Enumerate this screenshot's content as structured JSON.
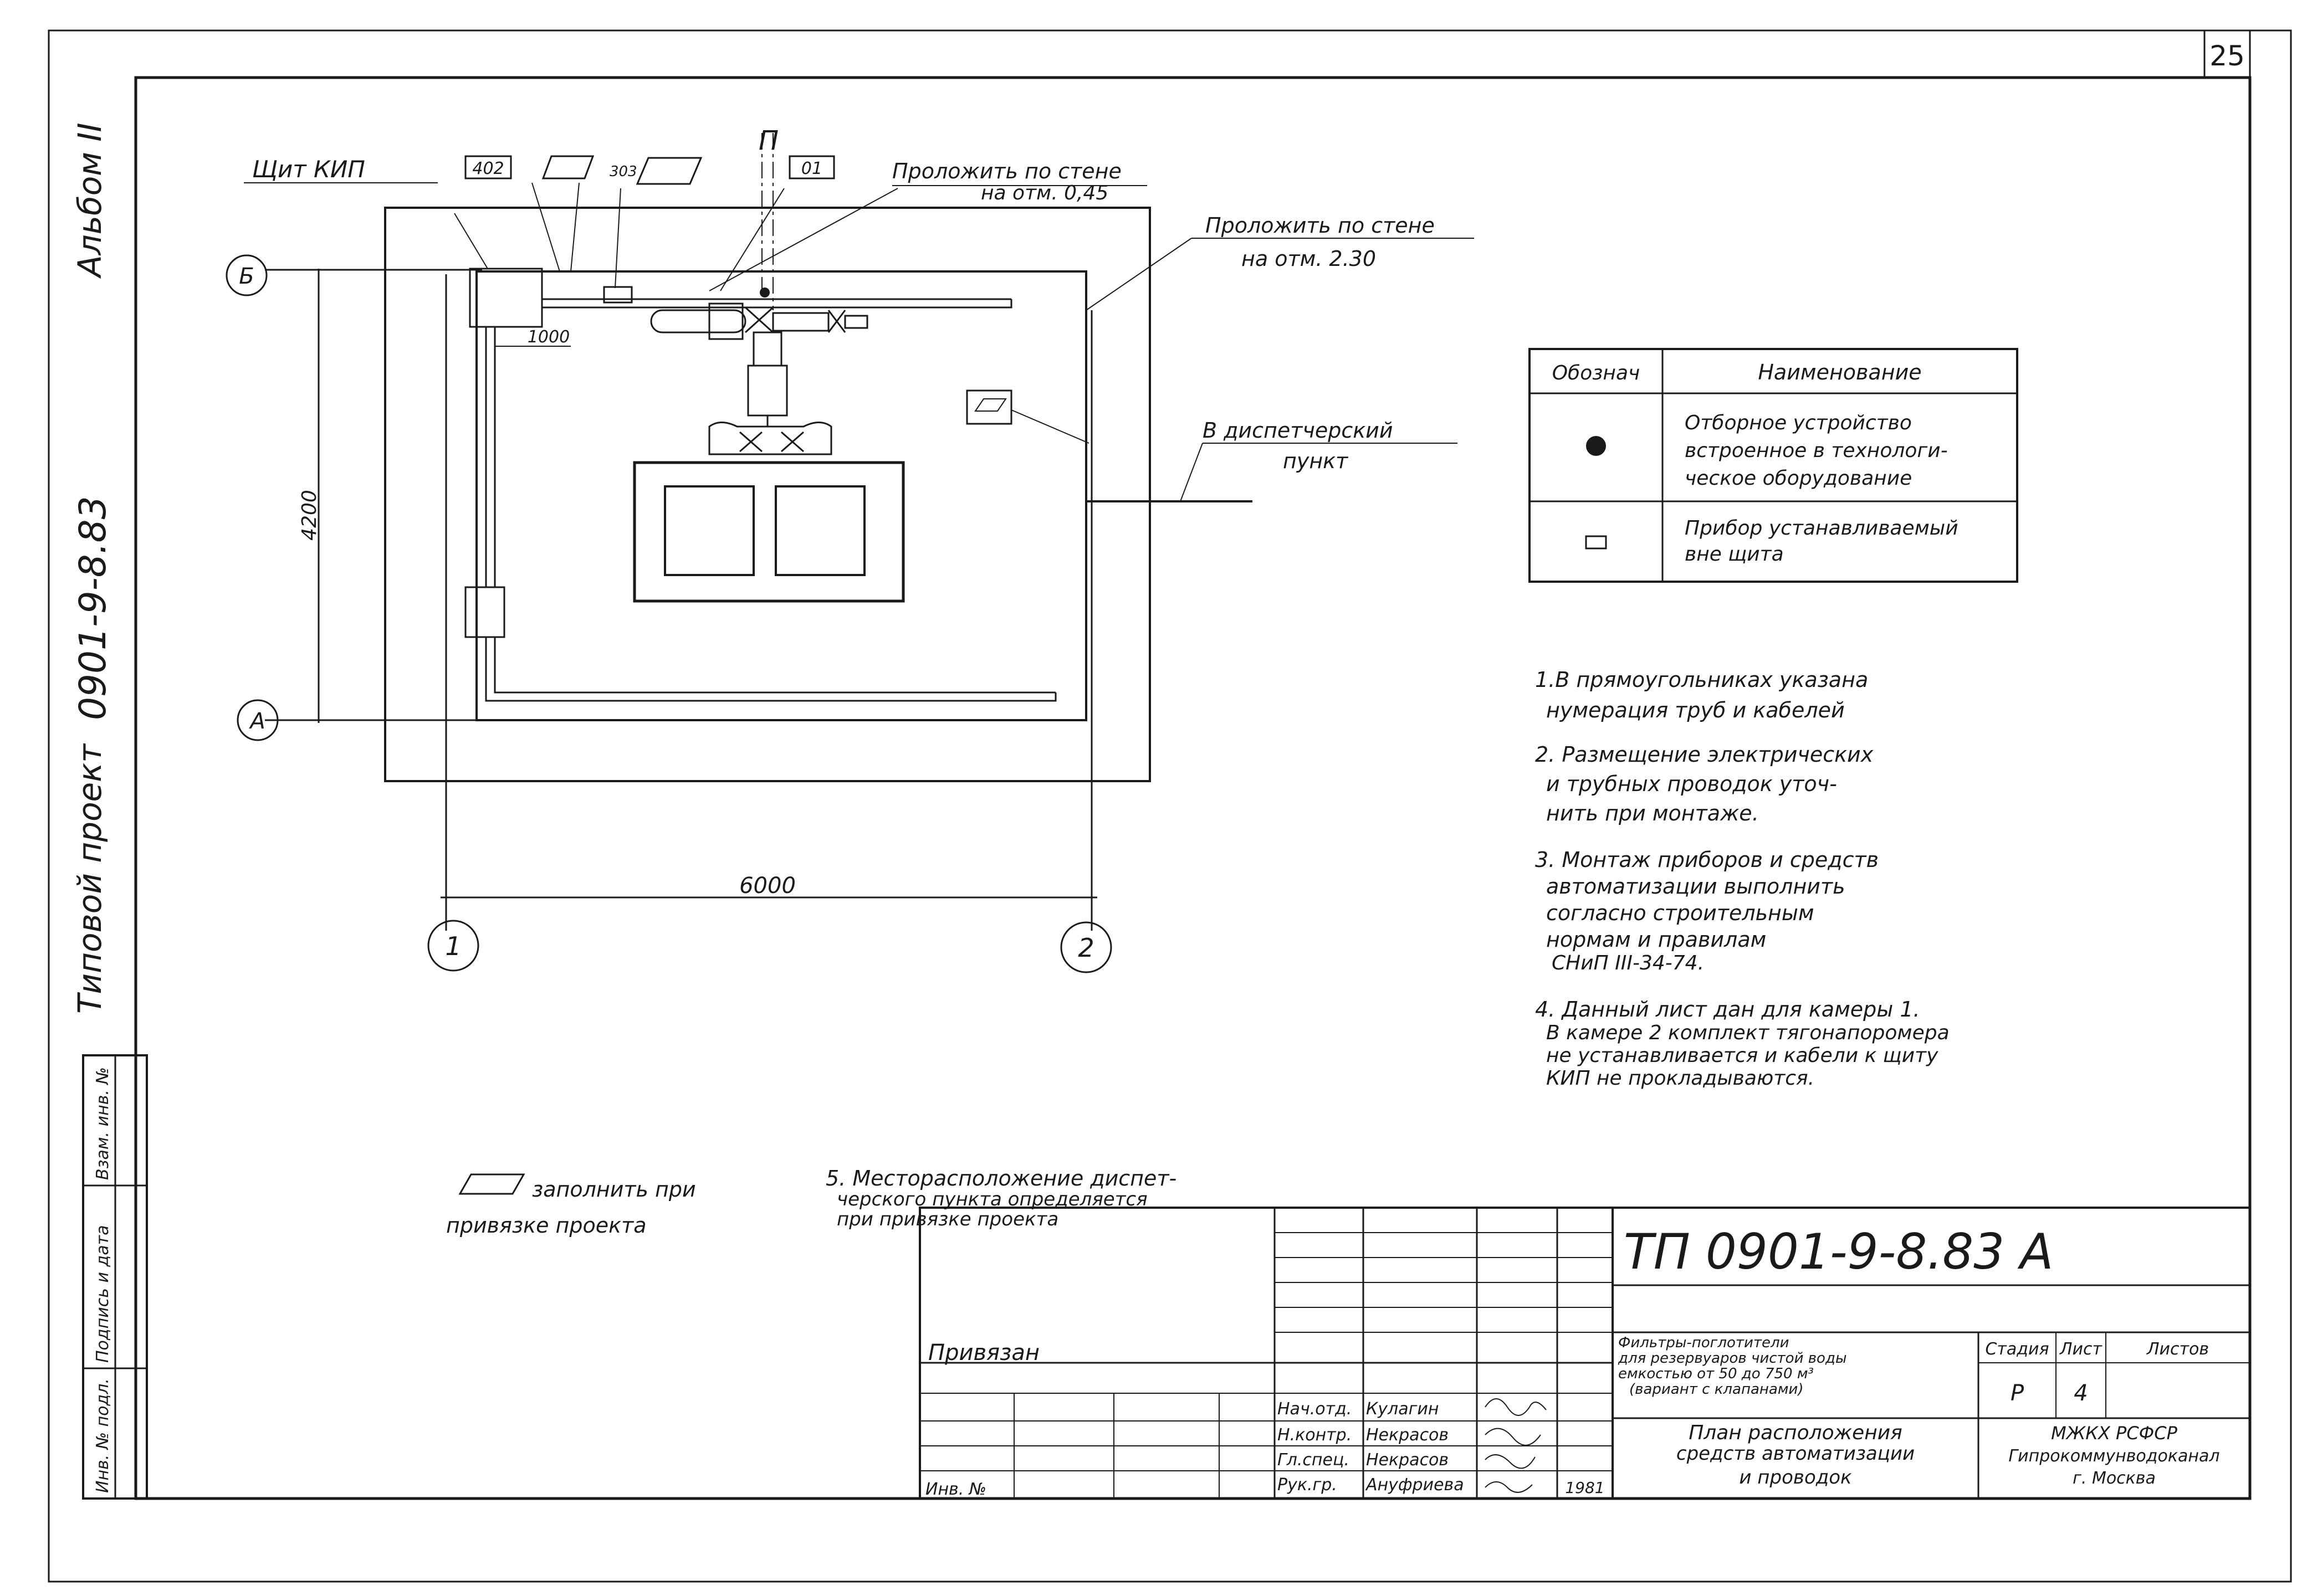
{
  "page_number": "25",
  "side": {
    "top": "Альбом II",
    "middle": "0901-9-8.83",
    "bottom": "Типовой проект"
  },
  "stamp_labels": [
    "Инв. № подл.",
    "Подпись и дата",
    "Взам. инв. №"
  ],
  "plan": {
    "shield_label": "Щит  КИП",
    "tag_402": "402",
    "tag_blank": "",
    "tag_303": "303",
    "tag_01": "01",
    "pipe_label_top": "Проложить по стене",
    "pipe_label_top_mark": "на отм. 0,45",
    "pipe_label_right": "Проложить по стене",
    "pipe_label_right_mark": "на отм. 2.30",
    "dispatch_line1": "В диспетчерский",
    "dispatch_line2": "пункт",
    "dim_1000": "1000",
    "dim_4200": "4200",
    "dim_6000": "6000",
    "axis_b": "Б",
    "axis_a": "А",
    "axis_1": "1",
    "axis_2": "2",
    "section_mark": "П"
  },
  "legend": {
    "header_code": "Обознач",
    "header_name": "Наименование",
    "row1_lines": [
      "Отборное устройство",
      "встроенное в технологи-",
      "ческое оборудование"
    ],
    "row2_lines": [
      "Прибор устанавливаемый",
      "вне щита"
    ]
  },
  "notes": {
    "n1": [
      "1.В прямоугольниках указана",
      "нумерация труб и кабелей"
    ],
    "n2": [
      "2. Размещение электрических",
      "и трубных проводок уточ-",
      "нить при монтаже."
    ],
    "n3": [
      "3. Монтаж приборов и средств",
      "автоматизации выполнить",
      "согласно строительным",
      "нормам и правилам",
      "СНиП III-34-74."
    ],
    "n4": [
      "4. Данный лист дан для камеры 1.",
      "В камере 2 комплект тягонапоромера",
      "не устанавливается и кабели к щиту",
      "КИП не прокладываются."
    ],
    "n5": [
      "5. Месторасположение диспет-",
      "черского пункта определяется",
      "при привязке проекта"
    ],
    "fill_note": [
      "заполнить при",
      "привязке проекта"
    ]
  },
  "title_block": {
    "doc_code": "ТП 0901-9-8.83  А",
    "privyazan": "Привязан",
    "inv": "Инв. №",
    "description": [
      "Фильтры-поглотители",
      "для резервуаров чистой воды",
      "емкостью от 50 до 750 м³",
      "(вариант с клапанами)"
    ],
    "sheet_title": [
      "План расположения",
      "средств автоматизации",
      "и проводок"
    ],
    "stage_h": "Стадия",
    "sheet_h": "Лист",
    "sheets_h": "Листов",
    "stage": "Р",
    "sheet": "4",
    "sheets": "",
    "org": [
      "МЖКХ  РСФСР",
      "Гипрокоммунводоканал",
      "г. Москва"
    ],
    "roles": [
      "Нач.отд.",
      "Н.контр.",
      "Гл.спец.",
      "Рук.гр."
    ],
    "names": [
      "Кулагин",
      "Некрасов",
      "Некрасов",
      "Ануфриева"
    ],
    "year": "1981"
  }
}
